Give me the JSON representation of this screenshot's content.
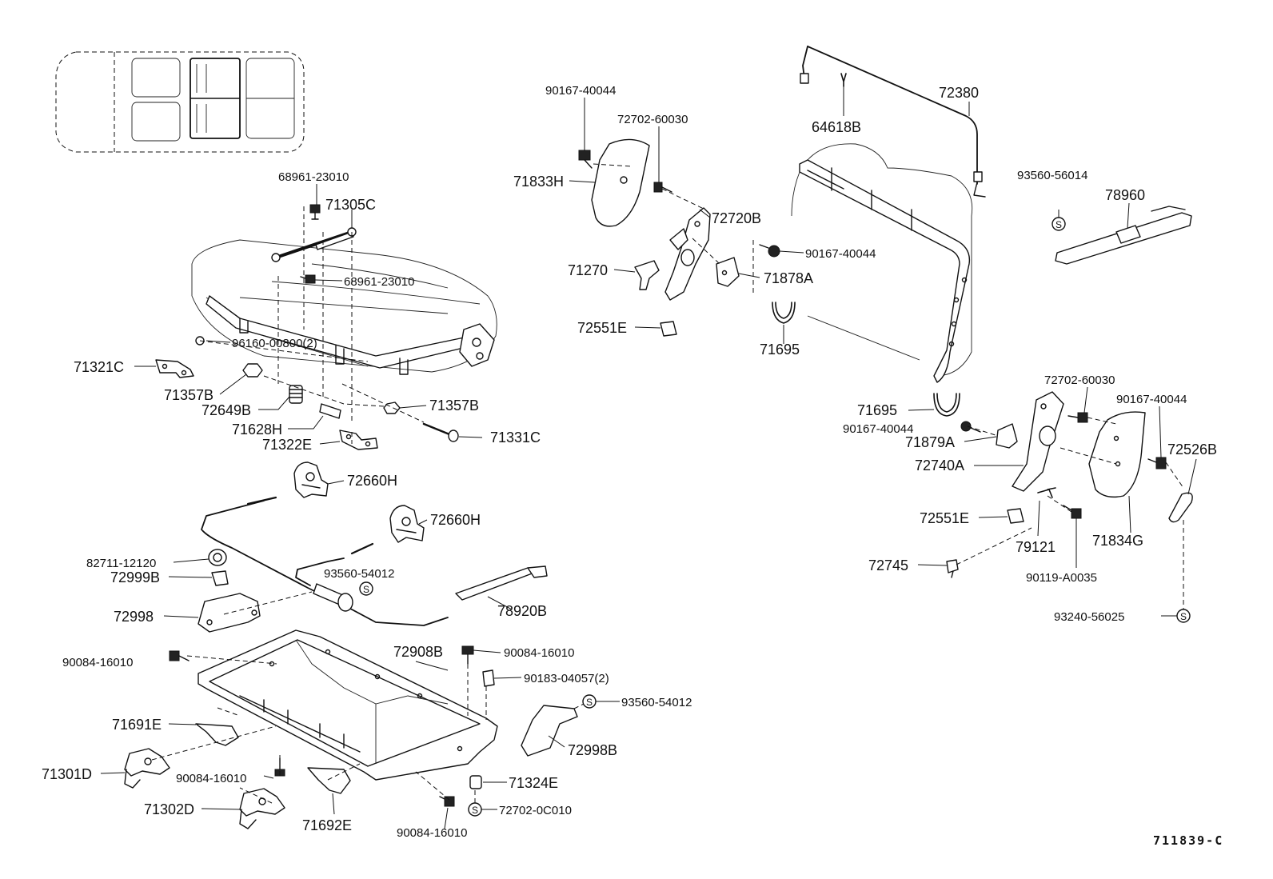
{
  "diagram": {
    "ref_code": "711839-C",
    "labels": [
      {
        "id": "68961-23010-a",
        "text": "68961-23010"
      },
      {
        "id": "71305C",
        "text": "71305C"
      },
      {
        "id": "68961-23010-b",
        "text": "68961-23010"
      },
      {
        "id": "96160-00800",
        "text": "96160-00800(2)"
      },
      {
        "id": "71321C",
        "text": "71321C"
      },
      {
        "id": "71357B-a",
        "text": "71357B"
      },
      {
        "id": "72649B",
        "text": "72649B"
      },
      {
        "id": "71357B-b",
        "text": "71357B"
      },
      {
        "id": "71628H",
        "text": "71628H"
      },
      {
        "id": "71331C",
        "text": "71331C"
      },
      {
        "id": "71322E",
        "text": "71322E"
      },
      {
        "id": "72660H-a",
        "text": "72660H"
      },
      {
        "id": "72660H-b",
        "text": "72660H"
      },
      {
        "id": "82711-12120",
        "text": "82711-12120"
      },
      {
        "id": "72999B",
        "text": "72999B"
      },
      {
        "id": "93560-54012-a",
        "text": "93560-54012"
      },
      {
        "id": "72998",
        "text": "72998"
      },
      {
        "id": "78920B",
        "text": "78920B"
      },
      {
        "id": "90084-16010-a",
        "text": "90084-16010"
      },
      {
        "id": "72908B",
        "text": "72908B"
      },
      {
        "id": "90084-16010-b",
        "text": "90084-16010"
      },
      {
        "id": "90183-04057",
        "text": "90183-04057(2)"
      },
      {
        "id": "93560-54012-b",
        "text": "93560-54012"
      },
      {
        "id": "71691E",
        "text": "71691E"
      },
      {
        "id": "72998B",
        "text": "72998B"
      },
      {
        "id": "71301D",
        "text": "71301D"
      },
      {
        "id": "90084-16010-c",
        "text": "90084-16010"
      },
      {
        "id": "71324E",
        "text": "71324E"
      },
      {
        "id": "71302D",
        "text": "71302D"
      },
      {
        "id": "71692E",
        "text": "71692E"
      },
      {
        "id": "72702-0C010",
        "text": "72702-0C010"
      },
      {
        "id": "90084-16010-d",
        "text": "90084-16010"
      },
      {
        "id": "90167-40044-a",
        "text": "90167-40044"
      },
      {
        "id": "72702-60030-a",
        "text": "72702-60030"
      },
      {
        "id": "71833H",
        "text": "71833H"
      },
      {
        "id": "72720B",
        "text": "72720B"
      },
      {
        "id": "71270",
        "text": "71270"
      },
      {
        "id": "72551E-a",
        "text": "72551E"
      },
      {
        "id": "72380",
        "text": "72380"
      },
      {
        "id": "64618B",
        "text": "64618B"
      },
      {
        "id": "90167-40044-b",
        "text": "90167-40044"
      },
      {
        "id": "71878A",
        "text": "71878A"
      },
      {
        "id": "71695-a",
        "text": "71695"
      },
      {
        "id": "93560-56014",
        "text": "93560-56014"
      },
      {
        "id": "78960",
        "text": "78960"
      },
      {
        "id": "71695-b",
        "text": "71695"
      },
      {
        "id": "72702-60030-b",
        "text": "72702-60030"
      },
      {
        "id": "90167-40044-c",
        "text": "90167-40044"
      },
      {
        "id": "90167-40044-d",
        "text": "90167-40044"
      },
      {
        "id": "71879A",
        "text": "71879A"
      },
      {
        "id": "72526B",
        "text": "72526B"
      },
      {
        "id": "72740A",
        "text": "72740A"
      },
      {
        "id": "72551E-b",
        "text": "72551E"
      },
      {
        "id": "79121",
        "text": "79121"
      },
      {
        "id": "71834G",
        "text": "71834G"
      },
      {
        "id": "72745",
        "text": "72745"
      },
      {
        "id": "90119-A0035",
        "text": "90119-A0035"
      },
      {
        "id": "93240-56025",
        "text": "93240-56025"
      }
    ],
    "symbols": {
      "s_mark": "S"
    }
  }
}
